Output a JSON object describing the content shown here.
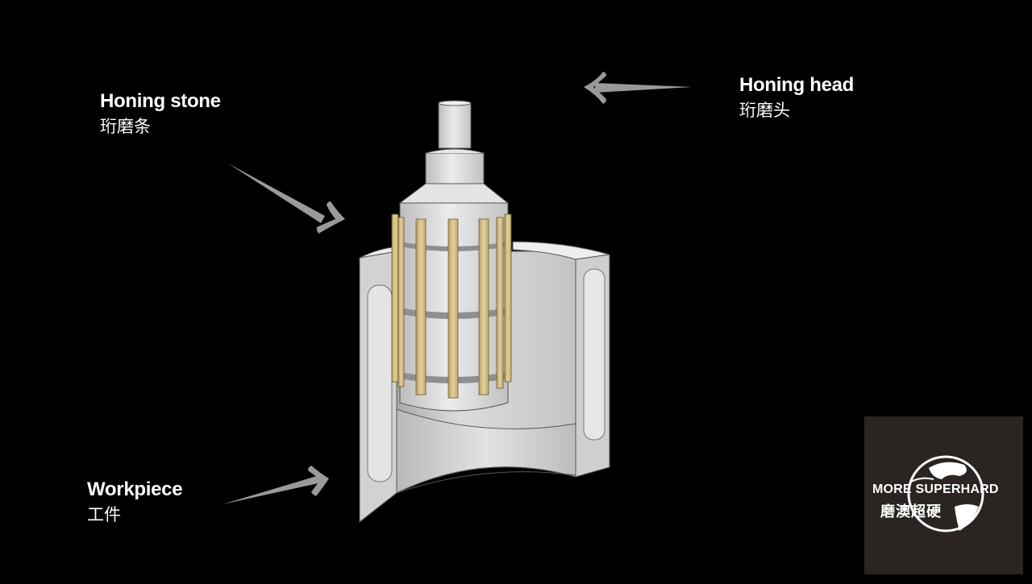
{
  "labels": {
    "honing_stone": {
      "en": "Honing stone",
      "zh": "珩磨条"
    },
    "honing_head": {
      "en": "Honing head",
      "zh": "珩磨头"
    },
    "workpiece": {
      "en": "Workpiece",
      "zh": "工件"
    }
  },
  "logo": {
    "en": "MORE SUPERHARD",
    "zh": "磨澳超硬"
  },
  "colors": {
    "background": "#000000",
    "arrow": "#9a9a9a",
    "metal": "#d9d9d9",
    "stone": "#d8c38c",
    "logo_bg": "#2a2522"
  }
}
